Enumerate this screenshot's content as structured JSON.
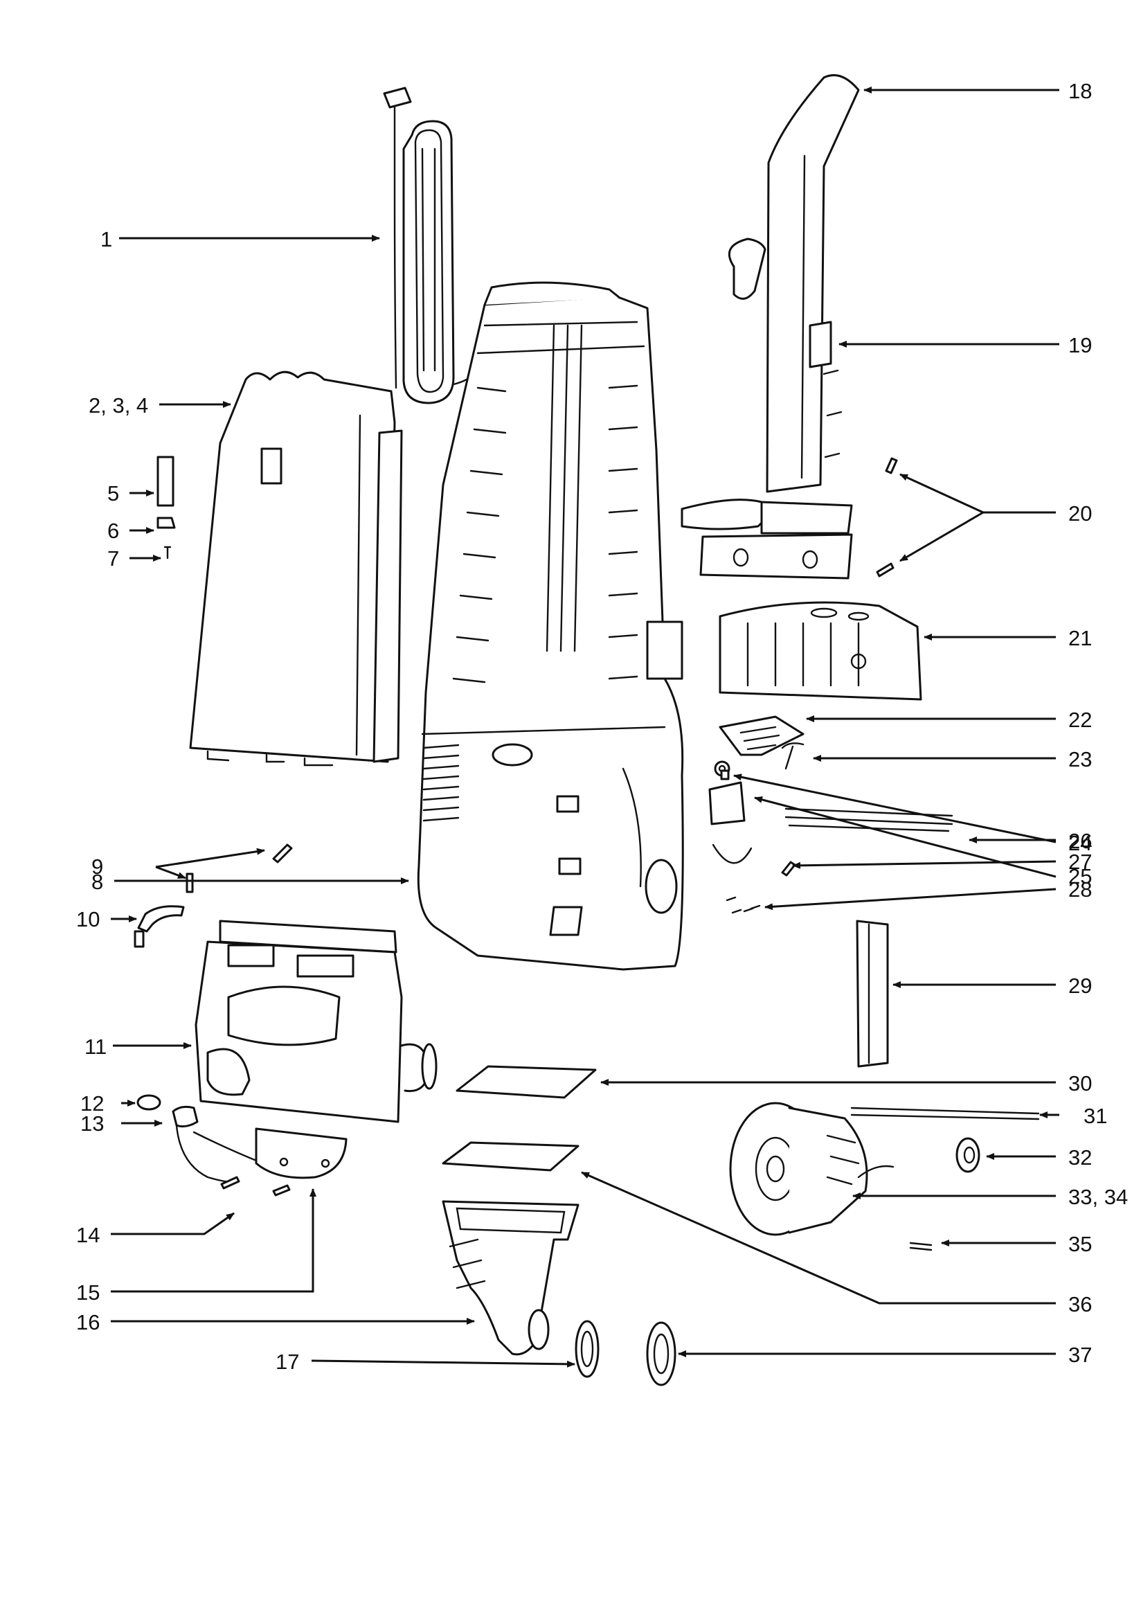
{
  "labels": {
    "p1": "1",
    "p2_4": "2, 3, 4",
    "p5": "5",
    "p6": "6",
    "p7": "7",
    "p8": "8",
    "p9": "9",
    "p10": "10",
    "p11": "11",
    "p12": "12",
    "p13": "13",
    "p14": "14",
    "p15": "15",
    "p16": "16",
    "p17": "17",
    "p18": "18",
    "p19": "19",
    "p20": "20",
    "p21": "21",
    "p22": "22",
    "p23": "23",
    "p24": "24",
    "p25": "25",
    "p26": "26",
    "p27": "27",
    "p28": "28",
    "p29": "29",
    "p30": "30",
    "p31": "31",
    "p32": "32",
    "p33_34": "33, 34",
    "p35": "35",
    "p36": "36",
    "p37": "37"
  }
}
